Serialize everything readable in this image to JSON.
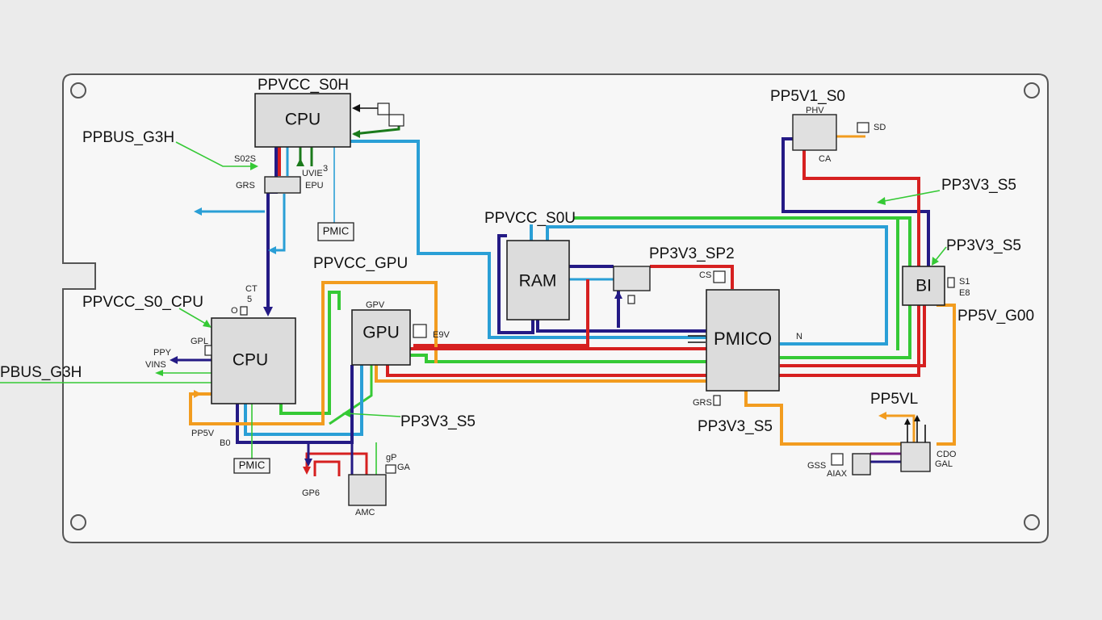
{
  "colors": {
    "red": "#d62020",
    "green": "#35c935",
    "blue": "#2a9fd6",
    "navy": "#241a85",
    "orange": "#f29c1f",
    "dark_green": "#1b7a1b"
  },
  "rails": {
    "ppvcc_s0h": "PPVCC_S0H",
    "ppbus_g3h_top": "PPBUS_G3H",
    "ppvcc_s0u": "PPVCC_S0U",
    "ppvcc_gpu": "PPVCC_GPU",
    "ppvcc_s0_cpu": "PPVCC_S0_CPU",
    "pbus_g3h": "PBUS_G3H",
    "pp3v3_s5_bottom_left": "PP3V3_S5",
    "pp3v3_sp2": "PP3V3_SP2",
    "pp3v3_s5_bottom_center": "PP3V3_S5",
    "pp5v1_s0": "PP5V1_S0",
    "pp3v3_s5_right_top": "PP3V3_S5",
    "pp3v3_s5_right_mid": "PP3V3_S5",
    "pp5v_g00": "PP5V_G00",
    "pp5vl": "PP5VL"
  },
  "chips": {
    "cpu_top": "CPU",
    "cpu_left": "CPU",
    "gpu": "GPU",
    "gpu_header": "GPV",
    "ram": "RAM",
    "pmico": "PMICO",
    "bi": "BI",
    "phv": "PHV"
  },
  "boxes": {
    "pmic_top": "PMIC",
    "pmic_bottom": "PMIC"
  },
  "small_labels": {
    "s02s": "S02S",
    "grs_top": "GRS",
    "epu": "EPU",
    "uvie": "UVIE",
    "s3": "3",
    "ct": "CT",
    "ct5": "5",
    "cpu_o": "O",
    "gpl": "GPL",
    "ppy": "PPY",
    "vins": "VINS",
    "pp5v": "PP5V",
    "b0": "B0",
    "e9v": "E9V",
    "cs": "CS",
    "grs_pmico": "GRS",
    "pmico_n": "N",
    "sd": "SD",
    "ca": "CA",
    "bi_s1": "S1",
    "bi_e8": "E8",
    "gp": "gP",
    "ga": "GA",
    "gps": "GP6",
    "amc": "AMC",
    "gss": "GSS",
    "aiax": "AIAX",
    "cdo": "CDO",
    "gal": "GAL"
  }
}
